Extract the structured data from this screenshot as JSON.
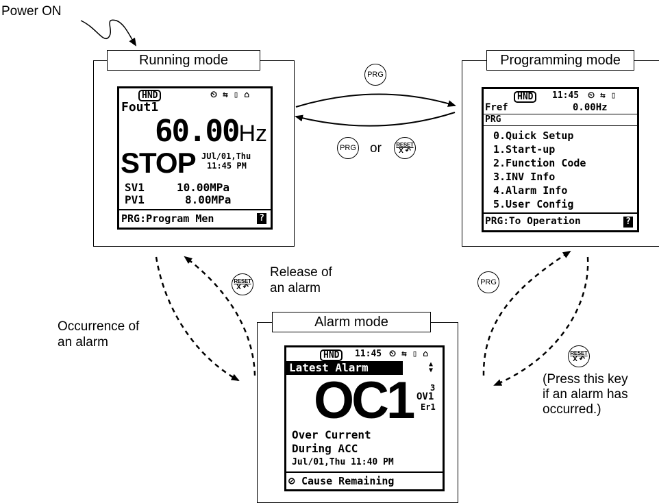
{
  "power_on": "Power ON",
  "running": {
    "title": "Running mode",
    "hnd": "HND",
    "status_icons": "⏲ ⇆ ▯ ⌂",
    "param": "Fout1",
    "value": "60.00",
    "unit": "Hz",
    "state": "STOP",
    "date": "JUl/01,Thu",
    "time": "11:45 PM",
    "sv_label": "SV1",
    "sv_value": "10.00MPa",
    "pv_label": "PV1",
    "pv_value": "8.00MPa",
    "footer": "PRG:Program Men",
    "help": "?"
  },
  "programming": {
    "title": "Programming mode",
    "hnd": "HND",
    "time": "11:45",
    "fref_label": "Fref",
    "fref_value": "0.00Hz",
    "section": "PRG",
    "menu": [
      "0.Quick Setup",
      "1.Start-up",
      "2.Function Code",
      "3.INV Info",
      "4.Alarm Info",
      "5.User Config"
    ],
    "footer": "PRG:To Operation",
    "help": "?"
  },
  "alarm": {
    "title": "Alarm mode",
    "hnd": "HND",
    "time": "11:45",
    "header": "Latest Alarm",
    "code": "OC1",
    "count": "3",
    "prev1": "OV1",
    "prev2": "Er1",
    "desc1": "Over Current",
    "desc2": "During ACC",
    "timestamp": "Jul/01,Thu 11:40 PM",
    "footer": "Cause Remaining"
  },
  "keys": {
    "prg": "PRG",
    "reset_top": "RESET",
    "reset_bot": "X ↶"
  },
  "labels": {
    "or": "or",
    "release": [
      "Release of",
      "an alarm"
    ],
    "occurrence": [
      "Occurrence of",
      "an alarm"
    ],
    "press": [
      "(Press this key",
      "if an alarm has",
      "occurred.)"
    ]
  }
}
